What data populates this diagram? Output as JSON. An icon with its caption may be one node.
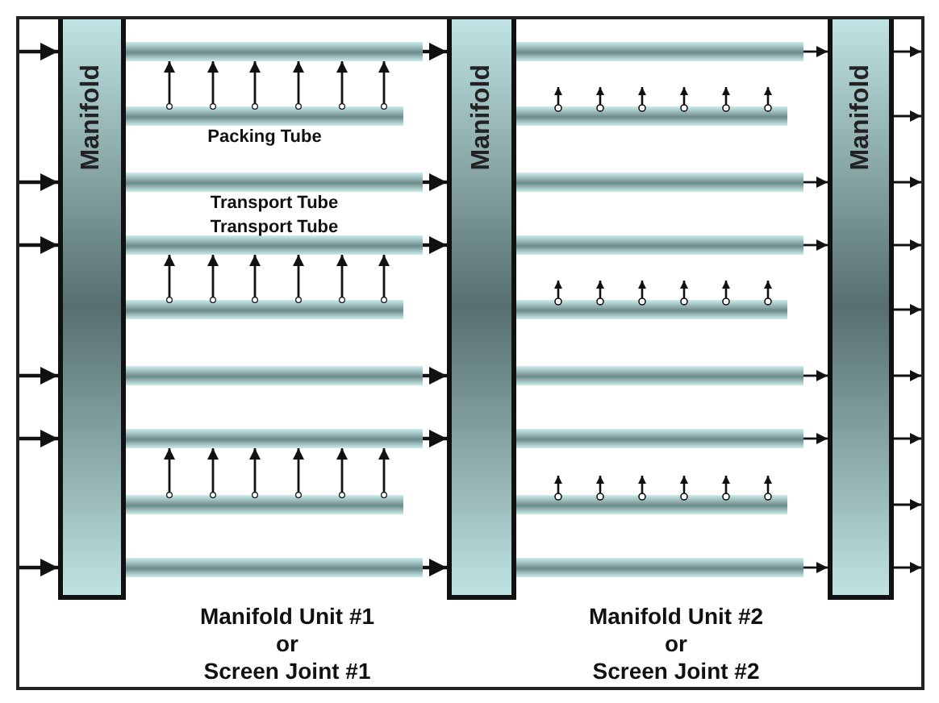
{
  "diagram": {
    "nodes": [
      {
        "text": [
          "Manifold"
        ]
      },
      {
        "text": [
          "Manifold"
        ]
      },
      {
        "text": [
          "Manifold"
        ]
      },
      {
        "text": [],
        "shape": "bar"
      },
      {
        "text": [
          "Packing Tube"
        ]
      },
      {
        "text": [
          "Transport Tube"
        ]
      },
      {
        "text": [
          "Transport Tube"
        ]
      },
      {
        "text": [],
        "shape": "bar"
      },
      {
        "text": [],
        "shape": "bar"
      },
      {
        "text": [],
        "shape": "bar"
      },
      {
        "text": [],
        "shape": "bar"
      },
      {
        "text": [],
        "shape": "bar"
      },
      {
        "text": [],
        "shape": "bar"
      },
      {
        "text": [],
        "shape": "bar"
      },
      {
        "text": [],
        "shape": "bar"
      },
      {
        "text": [],
        "shape": "bar"
      },
      {
        "text": [],
        "shape": "bar"
      },
      {
        "text": [],
        "shape": "bar"
      },
      {
        "text": [],
        "shape": "bar"
      },
      {
        "text": [],
        "shape": "bar"
      },
      {
        "text": [],
        "shape": "bar"
      }
    ],
    "edges": [
      {
        "from": null,
        "to": 0,
        "arrow": "to"
      },
      {
        "from": null,
        "to": 0,
        "arrow": "to"
      },
      {
        "from": null,
        "to": 0,
        "arrow": "to"
      },
      {
        "from": null,
        "to": 0,
        "arrow": "to"
      },
      {
        "from": null,
        "to": 0,
        "arrow": "to"
      },
      {
        "from": null,
        "to": 0,
        "arrow": "to"
      },
      {
        "from": 3,
        "to": 1,
        "arrow": "to"
      },
      {
        "from": 5,
        "to": 1,
        "arrow": "to"
      },
      {
        "from": 6,
        "to": 1,
        "arrow": "to"
      },
      {
        "from": 8,
        "to": 1,
        "arrow": "to"
      },
      {
        "from": 9,
        "to": 1,
        "arrow": "to"
      },
      {
        "from": 11,
        "to": 1,
        "arrow": "to"
      },
      {
        "from": 12,
        "to": 2,
        "arrow": "to"
      },
      {
        "from": 14,
        "to": 2,
        "arrow": "to"
      },
      {
        "from": 15,
        "to": 2,
        "arrow": "to"
      },
      {
        "from": 17,
        "to": 2,
        "arrow": "to"
      },
      {
        "from": 18,
        "to": 2,
        "arrow": "to"
      },
      {
        "from": 20,
        "to": 2,
        "arrow": "to"
      },
      {
        "from": 2,
        "to": null,
        "arrow": "to"
      },
      {
        "from": 2,
        "to": null,
        "arrow": "to"
      },
      {
        "from": 2,
        "to": null,
        "arrow": "to"
      },
      {
        "from": 2,
        "to": null,
        "arrow": "to"
      },
      {
        "from": 2,
        "to": null,
        "arrow": "to"
      },
      {
        "from": 2,
        "to": null,
        "arrow": "to"
      },
      {
        "from": 2,
        "to": null,
        "arrow": "to"
      },
      {
        "from": 2,
        "to": null,
        "arrow": "to"
      },
      {
        "from": 2,
        "to": null,
        "arrow": "to"
      },
      {
        "from": 4,
        "to": 3,
        "arrow": "to"
      },
      {
        "from": 4,
        "to": 3,
        "arrow": "to"
      },
      {
        "from": 4,
        "to": 3,
        "arrow": "to"
      },
      {
        "from": 4,
        "to": 3,
        "arrow": "to"
      },
      {
        "from": 4,
        "to": 3,
        "arrow": "to"
      },
      {
        "from": 4,
        "to": 3,
        "arrow": "to"
      },
      {
        "from": 7,
        "to": 6,
        "arrow": "to"
      },
      {
        "from": 7,
        "to": 6,
        "arrow": "to"
      },
      {
        "from": 7,
        "to": 6,
        "arrow": "to"
      },
      {
        "from": 7,
        "to": 6,
        "arrow": "to"
      },
      {
        "from": 7,
        "to": 6,
        "arrow": "to"
      },
      {
        "from": 7,
        "to": 6,
        "arrow": "to"
      },
      {
        "from": 10,
        "to": 9,
        "arrow": "to"
      },
      {
        "from": 10,
        "to": 9,
        "arrow": "to"
      },
      {
        "from": 10,
        "to": 9,
        "arrow": "to"
      },
      {
        "from": 10,
        "to": 9,
        "arrow": "to"
      },
      {
        "from": 10,
        "to": 9,
        "arrow": "to"
      },
      {
        "from": 10,
        "to": 9,
        "arrow": "to"
      }
    ],
    "labels": [
      "Manifold Unit #1",
      "or",
      "Screen Joint #1",
      "Manifold Unit #2",
      "or",
      "Screen Joint #2"
    ]
  }
}
